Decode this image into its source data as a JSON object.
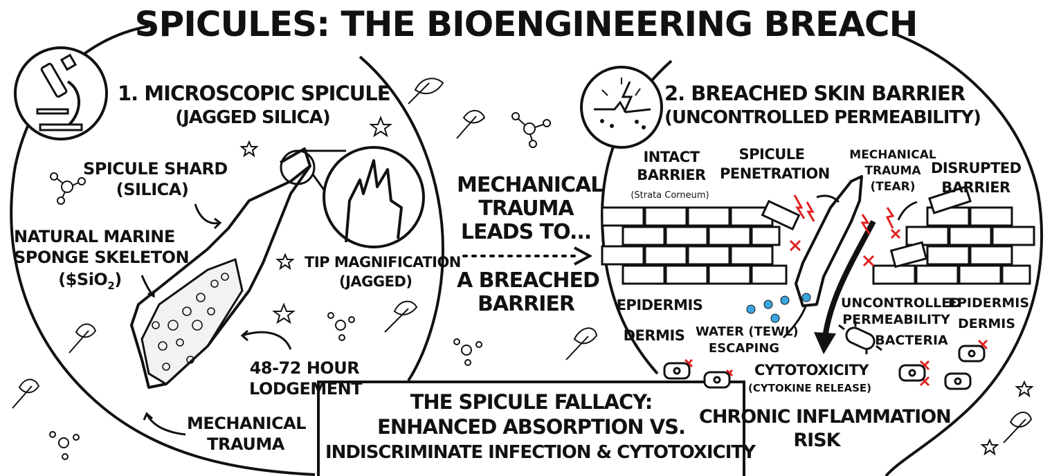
{
  "title": "SPICULES: THE BIOENGINEERING BREACH",
  "panel1": {
    "heading": "1. MICROSCOPIC SPICULE",
    "subheading": "(JAGGED SILICA)",
    "icon": "microscope-icon",
    "labels": {
      "shard_line1": "SPICULE SHARD",
      "shard_line2": "(SILICA)",
      "sponge_line1": "NATURAL MARINE",
      "sponge_line2": "SPONGE SKELETON",
      "sponge_formula": "($SiO",
      "sponge_formula_sub": "2",
      "sponge_formula_close": ")",
      "tip_line1": "TIP MAGNIFICATION",
      "tip_line2": "(JAGGED)",
      "lodge_line1": "48-72 HOUR",
      "lodge_line2": "LODGEMENT",
      "trauma_line1": "MECHANICAL",
      "trauma_line2": "TRAUMA"
    }
  },
  "middle": {
    "line1": "MECHANICAL",
    "line2": "TRAUMA",
    "line3": "LEADS TO...",
    "line4": "A BREACHED",
    "line5": "BARRIER"
  },
  "panel2": {
    "heading": "2. BREACHED SKIN BARRIER",
    "subheading": "(UNCONTROLLED PERMEABILITY)",
    "icon": "broken-barrier-lightning-icon",
    "labels": {
      "intact_line1": "INTACT",
      "intact_line2": "BARRIER",
      "intact_sub": "(Strata Corneum)",
      "penetration_line1": "SPICULE",
      "penetration_line2": "PENETRATION",
      "mech_line1": "MECHANICAL",
      "mech_line2": "TRAUMA",
      "mech_line3": "(TEAR)",
      "disrupted_line1": "DISRUPTED",
      "disrupted_line2": "BARRIER",
      "epidermis_left": "EPIDERMIS",
      "dermis_left": "DERMIS",
      "water_line1": "WATER (TEWL)",
      "water_line2": "ESCAPING",
      "uncontrolled_line1": "UNCONTROLLED",
      "uncontrolled_line2": "PERMEABILITY",
      "bacteria": "BACTERIA",
      "epidermis_right": "EPIDERMIS",
      "dermis_right": "DERMIS",
      "cyto_line1": "CYTOTOXICITY",
      "cyto_line2": "(CYTOKINE RELEASE)",
      "chronic_line1": "CHRONIC INFLAMMATION",
      "chronic_line2": "RISK"
    }
  },
  "bottom": {
    "line1": "THE SPICULE FALLACY:",
    "line2": "ENHANCED ABSORPTION VS.",
    "line3": "INDISCRIMINATE INFECTION & CYTOTOXICITY"
  },
  "colors": {
    "ink": "#111111",
    "accent_red": "#e02020",
    "water_blue": "#3aa6e0",
    "background": "#ffffff"
  }
}
